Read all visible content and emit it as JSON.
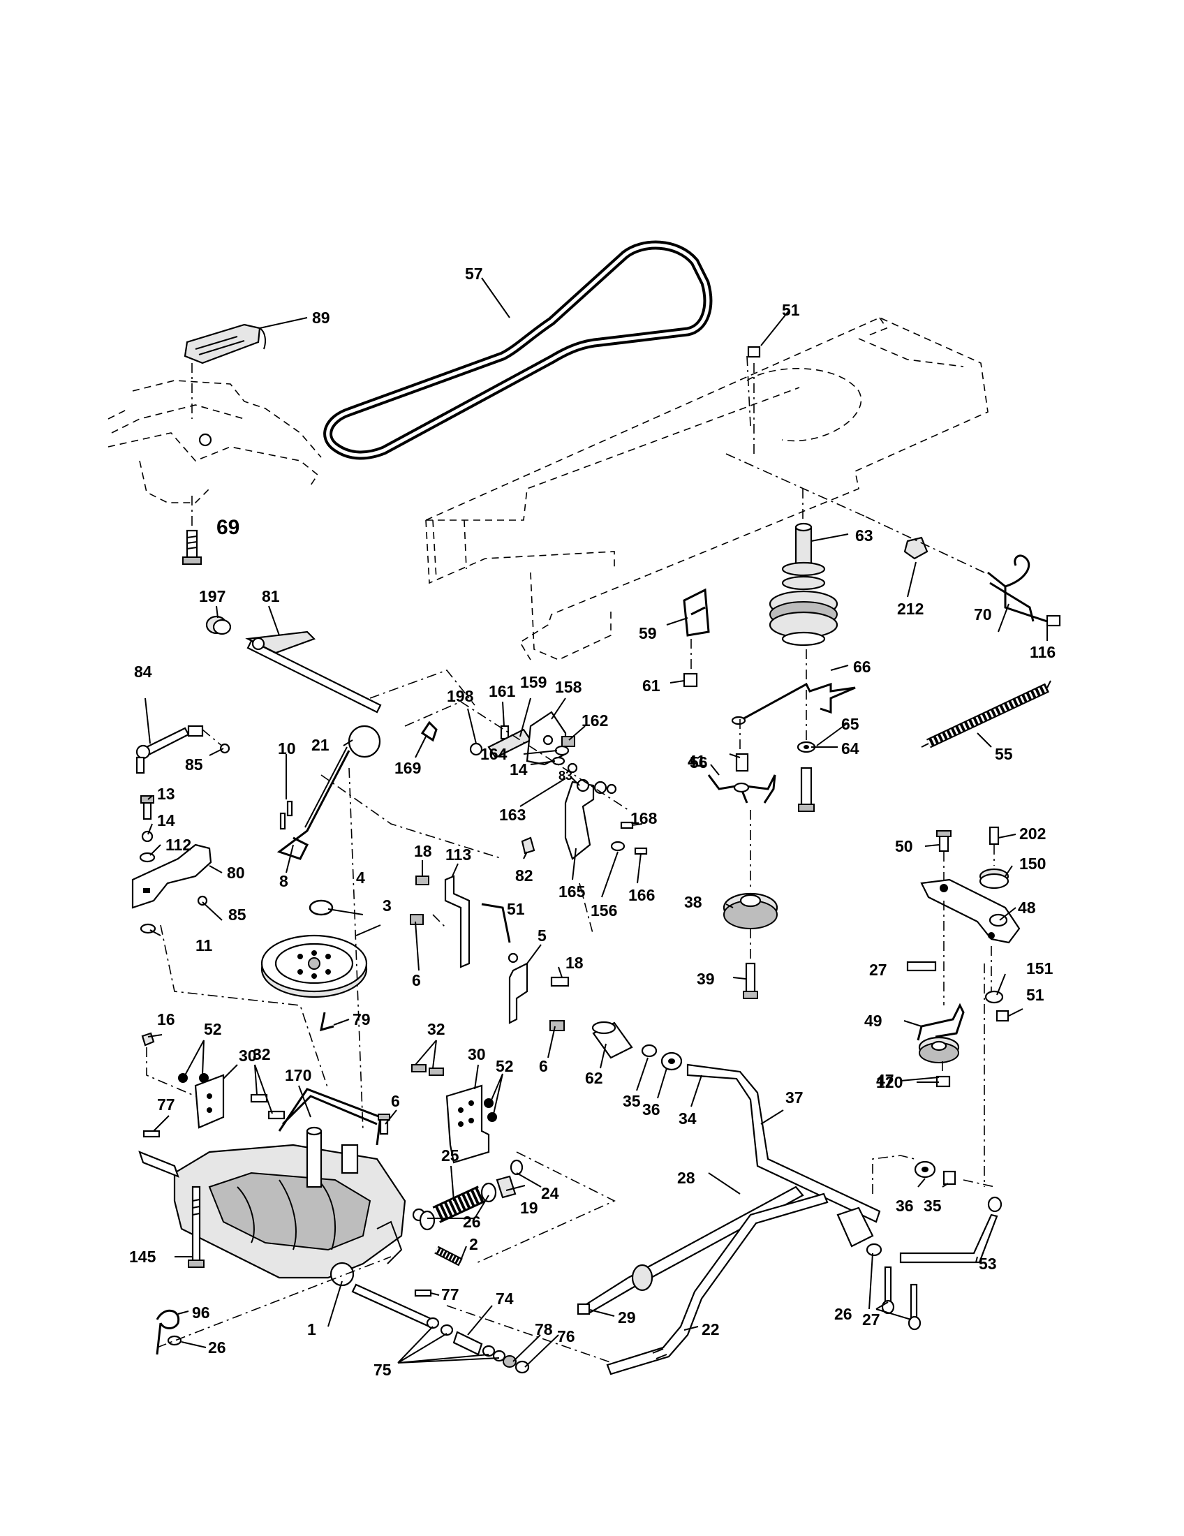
{
  "labels": [
    {
      "id": "57",
      "text": "57"
    },
    {
      "id": "89",
      "text": "89"
    },
    {
      "id": "51a",
      "text": "51"
    },
    {
      "id": "69",
      "text": "69"
    },
    {
      "id": "63",
      "text": "63"
    },
    {
      "id": "212",
      "text": "212"
    },
    {
      "id": "70",
      "text": "70"
    },
    {
      "id": "116",
      "text": "116"
    },
    {
      "id": "197",
      "text": "197"
    },
    {
      "id": "81",
      "text": "81"
    },
    {
      "id": "59",
      "text": "59"
    },
    {
      "id": "66",
      "text": "66"
    },
    {
      "id": "61",
      "text": "61"
    },
    {
      "id": "84",
      "text": "84"
    },
    {
      "id": "198",
      "text": "198"
    },
    {
      "id": "161",
      "text": "161"
    },
    {
      "id": "159",
      "text": "159"
    },
    {
      "id": "158",
      "text": "158"
    },
    {
      "id": "162",
      "text": "162"
    },
    {
      "id": "56",
      "text": "56"
    },
    {
      "id": "65",
      "text": "65"
    },
    {
      "id": "21",
      "text": "21"
    },
    {
      "id": "85a",
      "text": "85"
    },
    {
      "id": "169",
      "text": "169"
    },
    {
      "id": "164",
      "text": "164"
    },
    {
      "id": "14a",
      "text": "14"
    },
    {
      "id": "83",
      "text": "83"
    },
    {
      "id": "64",
      "text": "64"
    },
    {
      "id": "55",
      "text": "55"
    },
    {
      "id": "10",
      "text": "10"
    },
    {
      "id": "41",
      "text": "41"
    },
    {
      "id": "13",
      "text": "13"
    },
    {
      "id": "14b",
      "text": "14"
    },
    {
      "id": "163",
      "text": "163"
    },
    {
      "id": "168",
      "text": "168"
    },
    {
      "id": "112",
      "text": "112"
    },
    {
      "id": "18a",
      "text": "18"
    },
    {
      "id": "113",
      "text": "113"
    },
    {
      "id": "50",
      "text": "50"
    },
    {
      "id": "202",
      "text": "202"
    },
    {
      "id": "80",
      "text": "80"
    },
    {
      "id": "8",
      "text": "8"
    },
    {
      "id": "82",
      "text": "82"
    },
    {
      "id": "150",
      "text": "150"
    },
    {
      "id": "4",
      "text": "4"
    },
    {
      "id": "165",
      "text": "165"
    },
    {
      "id": "166",
      "text": "166"
    },
    {
      "id": "85b",
      "text": "85"
    },
    {
      "id": "3",
      "text": "3"
    },
    {
      "id": "51b",
      "text": "51"
    },
    {
      "id": "156",
      "text": "156"
    },
    {
      "id": "38",
      "text": "38"
    },
    {
      "id": "48",
      "text": "48"
    },
    {
      "id": "11",
      "text": "11"
    },
    {
      "id": "5",
      "text": "5"
    },
    {
      "id": "6a",
      "text": "6"
    },
    {
      "id": "18b",
      "text": "18"
    },
    {
      "id": "27a",
      "text": "27"
    },
    {
      "id": "39",
      "text": "39"
    },
    {
      "id": "151",
      "text": "151"
    },
    {
      "id": "16",
      "text": "16"
    },
    {
      "id": "79",
      "text": "79"
    },
    {
      "id": "49",
      "text": "49"
    },
    {
      "id": "51c",
      "text": "51"
    },
    {
      "id": "52a",
      "text": "52"
    },
    {
      "id": "6b",
      "text": "6"
    },
    {
      "id": "30a",
      "text": "30"
    },
    {
      "id": "32a",
      "text": "32"
    },
    {
      "id": "32b",
      "text": "32"
    },
    {
      "id": "62",
      "text": "62"
    },
    {
      "id": "47",
      "text": "47"
    },
    {
      "id": "170",
      "text": "170"
    },
    {
      "id": "30b",
      "text": "30"
    },
    {
      "id": "52b",
      "text": "52"
    },
    {
      "id": "120",
      "text": "120"
    },
    {
      "id": "35a",
      "text": "35"
    },
    {
      "id": "77a",
      "text": "77"
    },
    {
      "id": "6c",
      "text": "6"
    },
    {
      "id": "36a",
      "text": "36"
    },
    {
      "id": "34",
      "text": "34"
    },
    {
      "id": "37",
      "text": "37"
    },
    {
      "id": "25",
      "text": "25"
    },
    {
      "id": "24",
      "text": "24"
    },
    {
      "id": "19",
      "text": "19"
    },
    {
      "id": "28",
      "text": "28"
    },
    {
      "id": "36b",
      "text": "36"
    },
    {
      "id": "35b",
      "text": "35"
    },
    {
      "id": "26a",
      "text": "26"
    },
    {
      "id": "2",
      "text": "2"
    },
    {
      "id": "53",
      "text": "53"
    },
    {
      "id": "145",
      "text": "145"
    },
    {
      "id": "77b",
      "text": "77"
    },
    {
      "id": "74",
      "text": "74"
    },
    {
      "id": "96",
      "text": "96"
    },
    {
      "id": "29",
      "text": "29"
    },
    {
      "id": "78",
      "text": "78"
    },
    {
      "id": "22",
      "text": "22"
    },
    {
      "id": "26b",
      "text": "26"
    },
    {
      "id": "1",
      "text": "1"
    },
    {
      "id": "76",
      "text": "76"
    },
    {
      "id": "27b",
      "text": "27"
    },
    {
      "id": "26c",
      "text": "26"
    },
    {
      "id": "75",
      "text": "75"
    }
  ]
}
